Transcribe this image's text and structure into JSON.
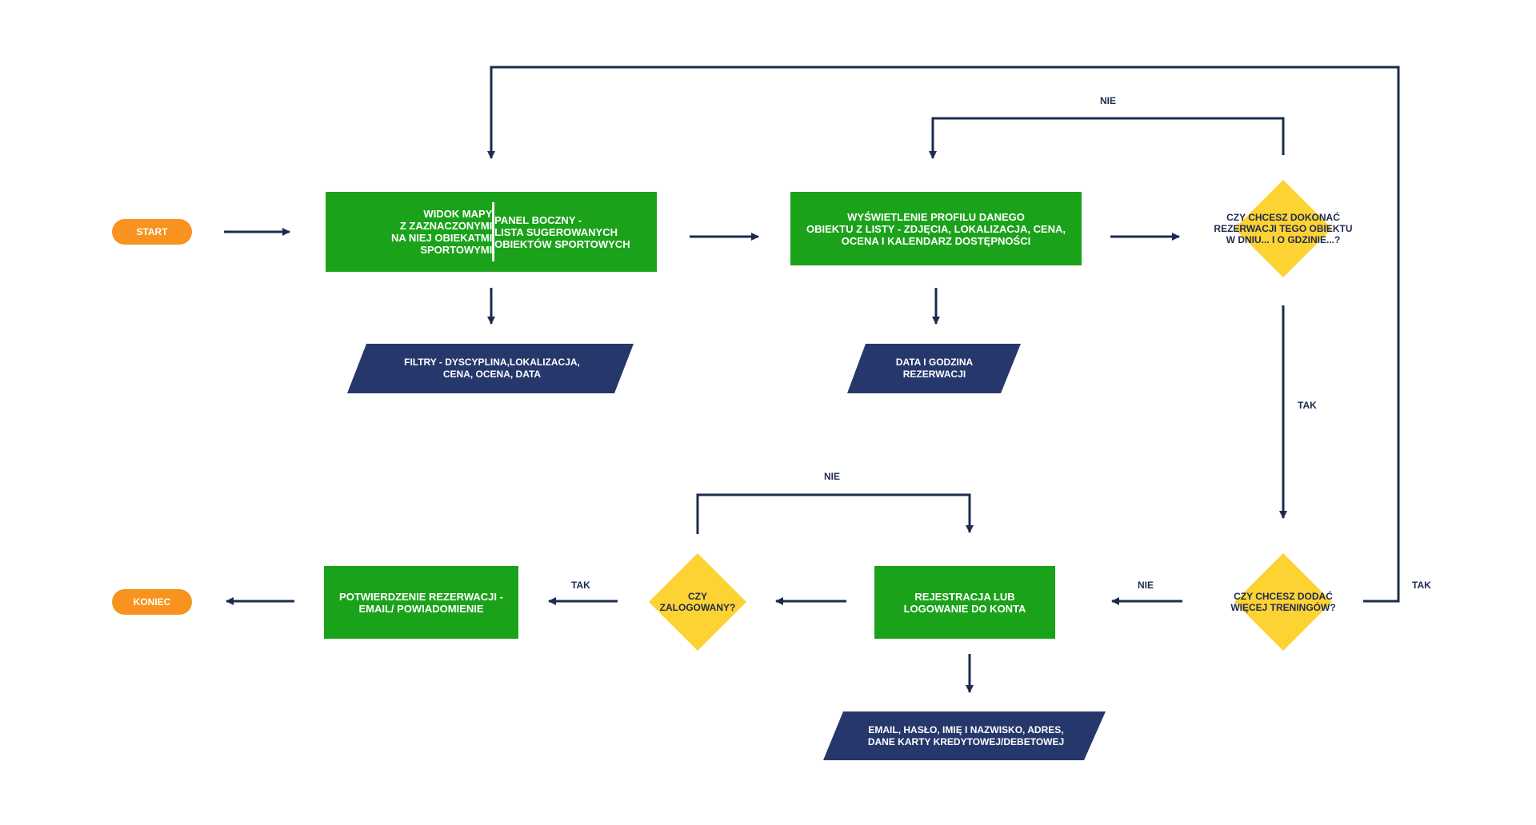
{
  "colors": {
    "line": "#1e2b4f",
    "start_end": "#f7931e",
    "process": "#1ba21b",
    "data": "#26386b",
    "decision": "#fdd233",
    "decision_text": "#1e2b4f"
  },
  "nodes": {
    "start": "START",
    "end": "KONIEC",
    "map_view": "WIDOK MAPY\nZ ZAZNACZONYMI\nNA NIEJ OBIEKATMI\nSPORTOWYMI",
    "side_panel": "PANEL BOCZNY -\nLISTA SUGEROWANYCH\nOBIEKTÓW SPORTOWYCH",
    "profile": "WYŚWIETLENIE PROFILU DANEGO\nOBIEKTU Z LISTY - ZDJĘCIA, LOKALIZACJA, CENA,\nOCENA I KALENDARZ DOSTĘPNOŚCI",
    "filters": "FILTRY - DYSCYPLINA,LOKALIZACJA,\nCENA, OCENA, DATA",
    "date_time": "DATA I GODZINA\nREZERWACJI",
    "q_reserve": "CZY CHCESZ DOKONAĆ\nREZERWACJI TEGO OBIEKTU\nW DNIU... I O GDZINIE...?",
    "q_more": "CZY CHCESZ DODAĆ\nWIĘCEJ TRENINGÓW?",
    "register": "REJESTRACJA LUB\nLOGOWANIE DO KONTA",
    "q_logged": "CZY\nZALOGOWANY?",
    "confirm": "POTWIERDZENIE REZERWACJI -\nEMAIL/ POWIADOMIENIE",
    "account_data": "EMAIL, HASŁO, IMIĘ I NAZWISKO, ADRES,\nDANE KARTY KREDYTOWEJ/DEBETOWEJ"
  },
  "labels": {
    "nie_top": "NIE",
    "tak_right": "TAK",
    "tak_loop": "TAK",
    "nie_more": "NIE",
    "nie_logged": "NIE",
    "tak_logged": "TAK"
  }
}
